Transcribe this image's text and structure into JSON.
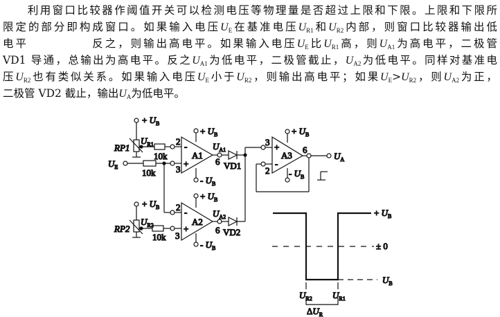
{
  "paragraph": {
    "lines": [
      [
        "　　利用窗口比较器作阈值开关可以检测电压等物理量是否超过上限和下限。上限和下限所"
      ],
      [
        "限定的部分即构成窗口。如果输入电压",
        {
          "v": "U",
          "s": "E"
        },
        "在基准电压",
        {
          "v": "U",
          "s": "R1"
        },
        "和",
        {
          "v": "U",
          "s": "R2"
        },
        "内部，则窗口比较器输出低"
      ],
      [
        "电平　　　　　反之，则输出高电平。如果输入电压",
        {
          "v": "U",
          "s": "E"
        },
        "比",
        {
          "v": "U",
          "s": "R1"
        },
        "高，则",
        {
          "v": "U",
          "s": "A1"
        },
        "为高电平，二极管"
      ],
      [
        "VD1 导通，总输出为高电平。反之",
        {
          "v": "U",
          "s": "A1"
        },
        "为低电平，二极管截止，",
        {
          "v": "U",
          "s": "A2"
        },
        "为低电平。同样对基准电"
      ],
      [
        "压",
        {
          "v": "U",
          "s": "R2"
        },
        "也有类似关系。如果输入电压",
        {
          "v": "U",
          "s": "E"
        },
        "小于",
        {
          "v": "U",
          "s": "R2"
        },
        "，则输出高电平；如果",
        {
          "v": "U",
          "s": "E"
        },
        ">",
        {
          "v": "U",
          "s": "R2"
        },
        "，则",
        {
          "v": "U",
          "s": "A2"
        },
        "为正，"
      ],
      [
        "二极管 VD2 截止，输出",
        {
          "v": "U",
          "s": "A"
        },
        "为低电平。"
      ]
    ]
  },
  "circuit": {
    "supply_plus": {
      "sign": "+ ",
      "v": "U",
      "s": "B"
    },
    "supply_minus": {
      "sign": "- ",
      "v": "U",
      "s": "B"
    },
    "rp1": {
      "label": "RP1"
    },
    "rp2": {
      "label": "RP2"
    },
    "ur1": {
      "v": "U",
      "s": "R1"
    },
    "ur2": {
      "v": "U",
      "s": "R2"
    },
    "ue": {
      "v": "U",
      "s": "E"
    },
    "resistor": "10k",
    "a1": "A1",
    "a2": "A2",
    "a3": "A3",
    "ua1": {
      "v": "U",
      "s": "A1"
    },
    "ua2": {
      "v": "U",
      "s": "A2"
    },
    "ua": {
      "v": "U",
      "s": "A"
    },
    "vd1": "VD1",
    "vd2": "VD2",
    "pin2": "2",
    "pin3": "3",
    "pin6": "6",
    "minus_sign": "-",
    "plus_sign": "+"
  },
  "waveform": {
    "top": {
      "sign": "+ ",
      "v": "U",
      "s": "B"
    },
    "zero": "± 0",
    "bottom": {
      "v": "U",
      "s": "B"
    },
    "x1": {
      "v": "U",
      "s": "R2"
    },
    "x2": {
      "v": "U",
      "s": "R1"
    },
    "delta": {
      "d": "Δ",
      "v": "U",
      "s": "R"
    }
  }
}
